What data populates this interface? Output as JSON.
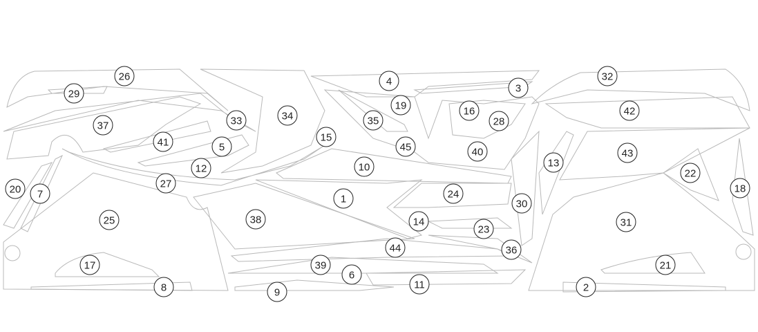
{
  "diagram": {
    "type": "parts-layout",
    "part_labels": [
      "26",
      "29",
      "37",
      "41",
      "5",
      "33",
      "34",
      "12",
      "27",
      "20",
      "7",
      "25",
      "4",
      "19",
      "35",
      "45",
      "15",
      "10",
      "1",
      "38",
      "3",
      "16",
      "28",
      "40",
      "24",
      "14",
      "23",
      "30",
      "44",
      "36",
      "39",
      "6",
      "11",
      "9",
      "17",
      "8",
      "32",
      "42",
      "43",
      "13",
      "22",
      "18",
      "31",
      "21",
      "2"
    ]
  }
}
